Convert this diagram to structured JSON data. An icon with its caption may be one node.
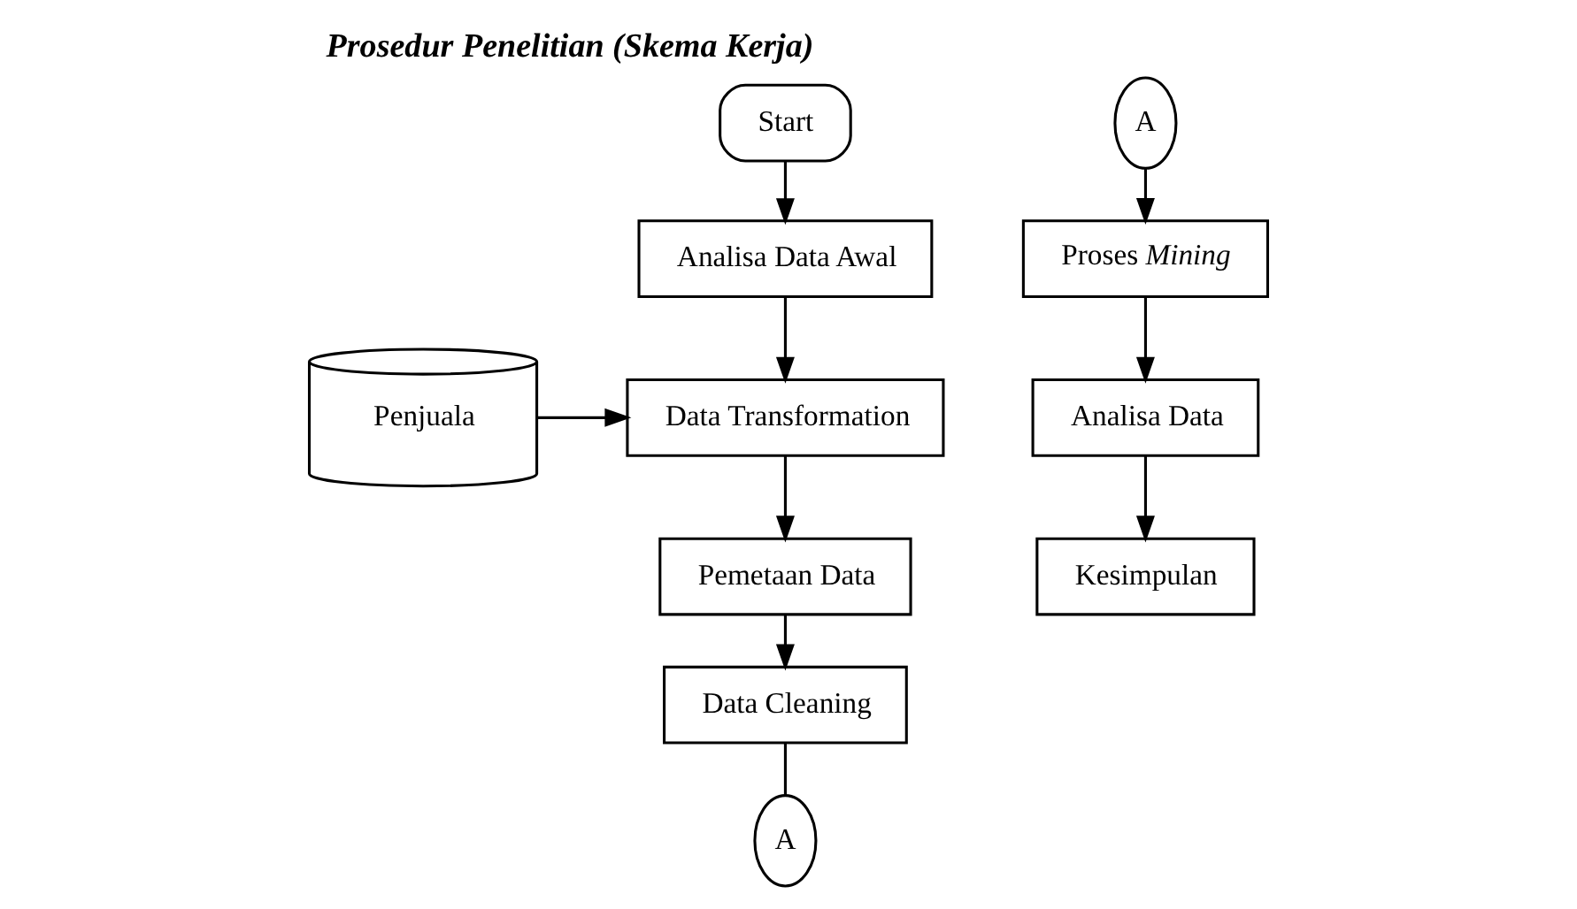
{
  "diagram": {
    "title": "Prosedur Penelitian (Skema Kerja)",
    "nodes": [
      {
        "text": [
          "Start"
        ]
      },
      {
        "text": [
          "Analisa Data Awal"
        ]
      },
      {
        "text": [
          "Penjuala"
        ]
      },
      {
        "text": [
          "Data Transformation"
        ]
      },
      {
        "text": [
          "Pemetaan Data"
        ]
      },
      {
        "text": [
          "Data Cleaning"
        ]
      },
      {
        "text": [
          "A"
        ]
      },
      {
        "text": [
          "A"
        ]
      },
      {
        "text": [
          "Proses *Mining*"
        ]
      },
      {
        "text": [
          "Analisa Data"
        ]
      },
      {
        "text": [
          "Kesimpulan"
        ]
      }
    ],
    "edges": [
      {
        "from": 0,
        "to": 1,
        "arrow": "to"
      },
      {
        "from": 1,
        "to": 3,
        "arrow": "to"
      },
      {
        "from": 2,
        "to": 3,
        "arrow": "to"
      },
      {
        "from": 3,
        "to": 4,
        "arrow": "to"
      },
      {
        "from": 4,
        "to": 5,
        "arrow": "to"
      },
      {
        "from": 5,
        "to": 6,
        "arrow": "none"
      },
      {
        "from": 7,
        "to": 8,
        "arrow": "to"
      },
      {
        "from": 8,
        "to": 9,
        "arrow": "to"
      },
      {
        "from": 9,
        "to": 10,
        "arrow": "to"
      }
    ]
  }
}
